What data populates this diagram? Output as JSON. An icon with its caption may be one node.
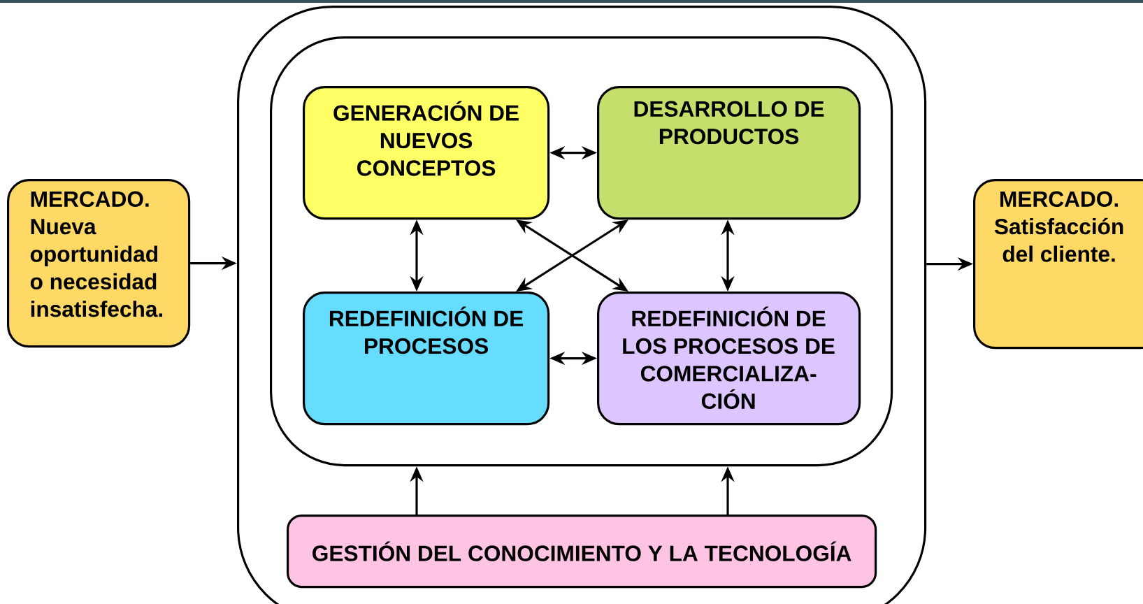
{
  "diagram": {
    "nodes": [
      {
        "text": [
          "MERCADO. Nueva oportunidad o necesidad insatisfecha."
        ]
      },
      {
        "text": [],
        "shape": "box"
      },
      {
        "text": [],
        "shape": "box",
        "in": 1
      },
      {
        "text": [
          "GENERACIÓN DE NUEVOS CONCEPTOS"
        ],
        "in": 2
      },
      {
        "text": [
          "DESARROLLO DE PRODUCTOS"
        ],
        "in": 2
      },
      {
        "text": [
          "REDEFINICIÓN DE PROCESOS"
        ],
        "in": 2
      },
      {
        "text": [
          "REDEFINICIÓN DE LOS PROCESOS DE COMERCIALIZA- CIÓN"
        ],
        "in": 2
      },
      {
        "text": [
          "GESTIÓN DEL CONOCIMIENTO Y LA TECNOLOGÍA"
        ],
        "in": 1
      },
      {
        "text": [
          "MERCADO. Satisfacción del cliente."
        ]
      }
    ],
    "edges": [
      {
        "from": 0,
        "to": 1,
        "arrow": "to"
      },
      {
        "from": 1,
        "to": 8,
        "arrow": "to"
      },
      {
        "from": 3,
        "to": 4,
        "arrow": "both"
      },
      {
        "from": 3,
        "to": 5,
        "arrow": "both"
      },
      {
        "from": 3,
        "to": 6,
        "arrow": "both"
      },
      {
        "from": 4,
        "to": 5,
        "arrow": "both"
      },
      {
        "from": 4,
        "to": 6,
        "arrow": "both"
      },
      {
        "from": 5,
        "to": 6,
        "arrow": "both"
      },
      {
        "from": 7,
        "to": 2,
        "arrow": "to"
      },
      {
        "from": 7,
        "to": 2,
        "arrow": "to"
      }
    ]
  }
}
